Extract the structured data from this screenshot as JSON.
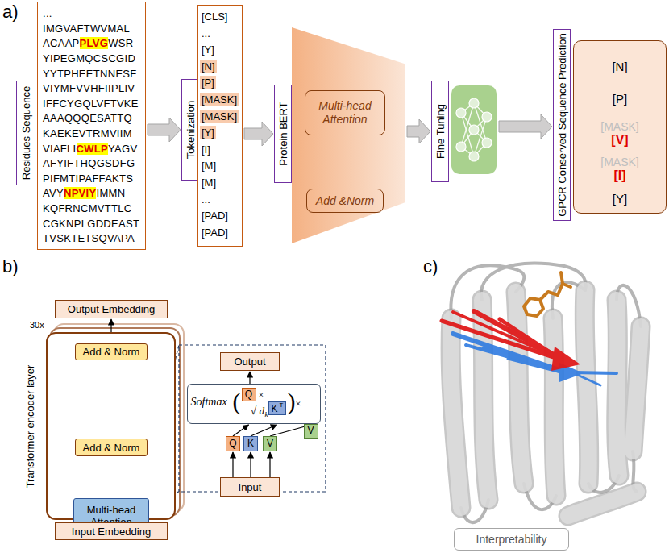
{
  "diagram": {
    "nodes": [
      {
        "text": [
          "Residues Sequence"
        ]
      },
      {
        "text": [
          "...",
          "IMGVAFTWVMAL",
          "ACAAP",
          "PLVG",
          "WSR",
          "YIPEGMQCSCGID",
          "YYTPHEETNNESF",
          "VIYMFVVHFIIPLIV",
          "IFFCYGQLVFTVKE",
          "AAAQQQESATTQ",
          "KAEKEVTRMVIIM",
          "VIAFLI",
          "CWLP",
          "YAGV",
          "AFYIFTHQGSDFG",
          "PIFMTIPAFFAKTS",
          "AVY",
          "NPVIY",
          "IMMN",
          "KQFRNCMVTTLC",
          "CGKNPLGDDEAST",
          "TVSKTETSQVAPA"
        ]
      },
      {
        "text": [
          "Tokenization"
        ]
      },
      {
        "text": [
          "[CLS]",
          "...",
          "[Y]",
          "[N]",
          "[P]",
          "[MASK]",
          "[MASK]",
          "[Y]",
          "[I]",
          "[M]",
          "[M]",
          "...",
          "[PAD]",
          "[PAD]"
        ]
      },
      {
        "text": [
          "Protein BERT"
        ]
      },
      {
        "text": []
      },
      {
        "text": [
          "Multi-head Attention"
        ],
        "in": 5
      },
      {
        "text": [
          "Add &Norm"
        ],
        "in": 5
      },
      {
        "text": [
          "Fine Tuning"
        ]
      },
      {
        "text": [
          "GPCR Conserved Sequence Prediction"
        ]
      },
      {
        "text": [
          "[N]",
          "[P]",
          "[MASK]",
          "[V]",
          "[MASK]",
          "[I]",
          "[Y]"
        ]
      },
      {
        "text": [
          "Output Embedding"
        ]
      },
      {
        "text": [
          "Transformer encoder layer"
        ]
      },
      {
        "text": [
          "Add & Norm"
        ],
        "in": 12
      },
      {
        "text": [
          "Add & Norm"
        ],
        "in": 12
      },
      {
        "text": [
          "Multi-head Attention"
        ],
        "in": 12
      },
      {
        "text": [
          "Input Embedding"
        ]
      },
      {
        "text": [
          "Output"
        ]
      },
      {
        "text": [
          "Softmax",
          "(",
          "×",
          "√",
          "d",
          "k",
          ")",
          "×"
        ]
      },
      {
        "text": [
          "Q"
        ],
        "in": 18
      },
      {
        "text": [
          "K",
          "T"
        ],
        "in": 18
      },
      {
        "text": [
          "V"
        ],
        "in": 18
      },
      {
        "text": [
          "Q"
        ]
      },
      {
        "text": [
          "K"
        ]
      },
      {
        "text": [
          "V"
        ]
      },
      {
        "text": [
          "Input"
        ]
      },
      {
        "text": [
          "Interpretability"
        ]
      }
    ],
    "edges": [
      {
        "from": 1,
        "to": 2,
        "arrow": "to"
      },
      {
        "from": 3,
        "to": 4,
        "arrow": "to"
      },
      {
        "from": 5,
        "to": 8,
        "arrow": "to"
      },
      {
        "from": 16,
        "to": 15,
        "arrow": "to"
      },
      {
        "from": 15,
        "to": 14,
        "arrow": "to"
      },
      {
        "from": 16,
        "to": 14,
        "arrow": "to"
      },
      {
        "from": 14,
        "to": 13,
        "arrow": "to"
      },
      {
        "from": 13,
        "to": 11,
        "arrow": "to"
      },
      {
        "from": 25,
        "to": 22,
        "arrow": "to"
      },
      {
        "from": 25,
        "to": 23,
        "arrow": "to"
      },
      {
        "from": 25,
        "to": 24,
        "arrow": "to"
      },
      {
        "from": 22,
        "to": 19,
        "arrow": "to"
      },
      {
        "from": 23,
        "to": 20,
        "arrow": "to"
      },
      {
        "from": 24,
        "to": 21,
        "arrow": "to"
      },
      {
        "from": 18,
        "to": 17,
        "arrow": "to"
      }
    ],
    "labels": [
      "a)",
      "b)",
      "c)",
      "30x"
    ]
  }
}
